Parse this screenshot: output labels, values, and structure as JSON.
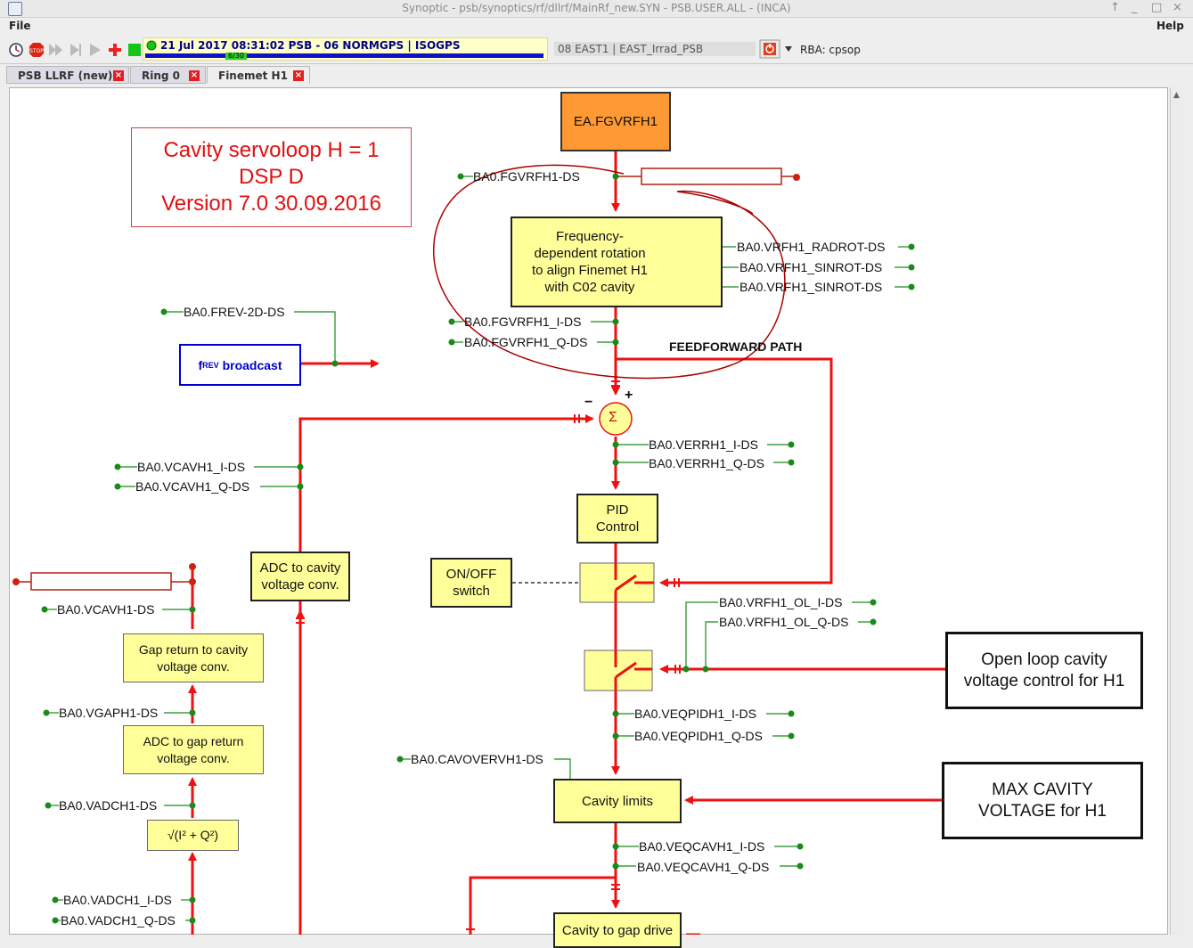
{
  "window": {
    "title": "Synoptic - psb/synoptics/rf/dllrf/MainRf_new.SYN - PSB.USER.ALL - (INCA)"
  },
  "menu": {
    "file": "File",
    "help": "Help"
  },
  "toolbar": {
    "cycle_info": "21 Jul 2017  08:31:02  PSB - 06 NORMGPS | ISOGPS",
    "cycle_counter": "6/30",
    "timing_user": "08 EAST1 | EAST_Irrad_PSB",
    "rba": "RBA: cpsop"
  },
  "tabs": [
    {
      "label": "PSB LLRF (new)"
    },
    {
      "label": "Ring 0"
    },
    {
      "label": "Finemet H1"
    }
  ],
  "colors": {
    "signal": "#ee1111",
    "tap": "#1a8a1a",
    "block": "#ffff99",
    "source": "#ff9933",
    "broadcast": "#0000cc",
    "annotation": "#aa0000"
  },
  "diagram": {
    "info": {
      "line1": "Cavity servoloop H = 1",
      "line2": "DSP D",
      "line3": "Version 7.0  30.09.2016"
    },
    "source_block": "EA.FGVRFH1",
    "frev_broadcast": {
      "f": "f",
      "sub": "REV",
      "text": " broadcast"
    },
    "feedforward_label": "FEEDFORWARD PATH",
    "sum_symbol": "Σ",
    "sum_minus": "−",
    "sum_plus": "+",
    "blocks": {
      "rotation": "Frequency-\ndependent rotation\nto align Finemet H1\nwith C02 cavity",
      "pid": "PID\nControl",
      "onoff": "ON/OFF\nswitch",
      "adc_cavity": "ADC to cavity\nvoltage conv.",
      "gap_return": "Gap return to cavity\nvoltage conv.",
      "adc_gap": "ADC to gap return\nvoltage conv.",
      "sqrt": "√(I² + Q²)",
      "cavity_limits": "Cavity limits",
      "cavity_to_gap": "Cavity to gap drive",
      "open_loop": "Open loop cavity\nvoltage control for  H1",
      "max_cavity": "MAX CAVITY\nVOLTAGE for H1"
    },
    "taps": {
      "fgvrfh1_ds": "BA0.FGVRFH1-DS",
      "radrot": "BA0.VRFH1_RADROT-DS",
      "sinrot1": "BA0.VRFH1_SINROT-DS",
      "sinrot2": "BA0.VRFH1_SINROT-DS",
      "frev2d": "BA0.FREV-2D-DS",
      "fgvrfh1_i": "BA0.FGVRFH1_I-DS",
      "fgvrfh1_q": "BA0.FGVRFH1_Q-DS",
      "verr_i": "BA0.VERRH1_I-DS",
      "verr_q": "BA0.VERRH1_Q-DS",
      "vcav_i": "BA0.VCAVH1_I-DS",
      "vcav_q": "BA0.VCAVH1_Q-DS",
      "vcavh1": "BA0.VCAVH1-DS",
      "ol_i": "BA0.VRFH1_OL_I-DS",
      "ol_q": "BA0.VRFH1_OL_Q-DS",
      "vgaph1": "BA0.VGAPH1-DS",
      "veqpid_i": "BA0.VEQPIDH1_I-DS",
      "veqpid_q": "BA0.VEQPIDH1_Q-DS",
      "cavover": "BA0.CAVOVERVH1-DS",
      "vadch1": "BA0.VADCH1-DS",
      "veqcav_i": "BA0.VEQCAVH1_I-DS",
      "veqcav_q": "BA0.VEQCAVH1_Q-DS",
      "vadch1_i": "BA0.VADCH1_I-DS",
      "vadch1_q": "BA0.VADCH1_Q-DS"
    }
  }
}
